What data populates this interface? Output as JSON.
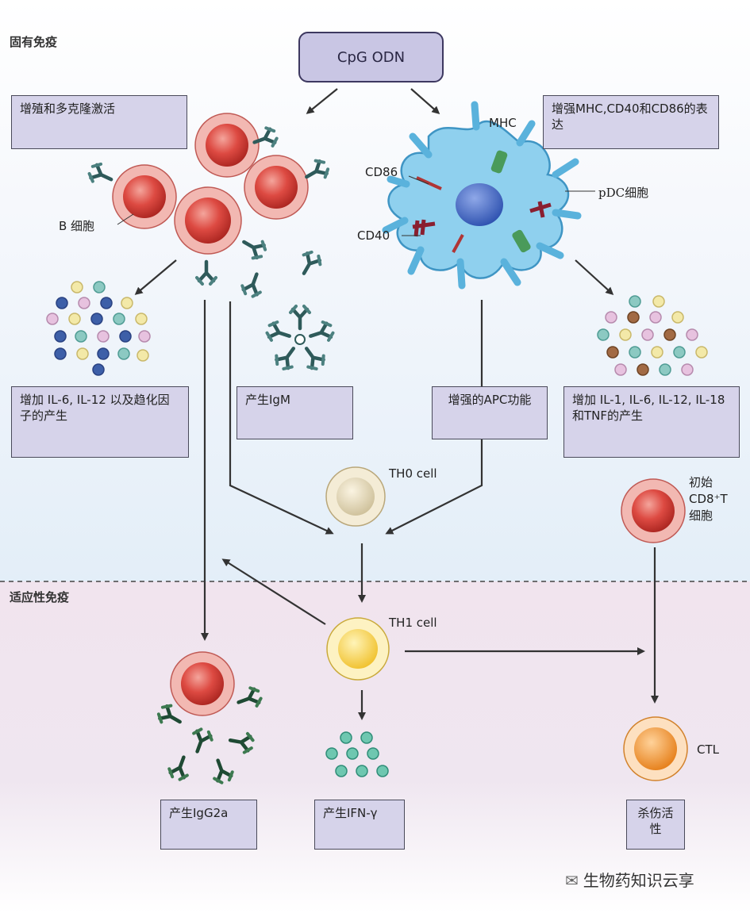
{
  "sections": {
    "innate": "固有免疫",
    "adaptive": "适应性免疫"
  },
  "stimulus": "CpG ODN",
  "boxes": {
    "b_activation": "增殖和多克隆激活",
    "mhc_expression": "增强MHC,CD40和CD86的表达",
    "il6_il12": "增加 IL-6, IL-12 以及趋化因子的产生",
    "igm": "产生IgM",
    "apc": "增强的APC功能",
    "il1_tnf": "增加 IL-1, IL-6, IL-12, IL-18 和TNF的产生",
    "igg2a": "产生IgG2a",
    "ifn": "产生IFN-γ",
    "kill": "杀伤活性"
  },
  "labels": {
    "b_cell": "B 细胞",
    "mhc": "MHC",
    "cd86": "CD86",
    "cd40": "CD40",
    "pdc": "pDC细胞",
    "th0": "TH0 cell",
    "th1": "TH1 cell",
    "naive_cd8": "初始CD8⁺T 细胞",
    "ctl": "CTL"
  },
  "watermark": "生物药知识云享",
  "colors": {
    "box_fill": "#d6d3ea",
    "b_cell": "#d94a44",
    "pdc": "#7ec6e8",
    "th0": "#e8dcc0",
    "th1": "#f7d24a",
    "ctl": "#f0952e",
    "antibody": "#2e5a5a"
  }
}
